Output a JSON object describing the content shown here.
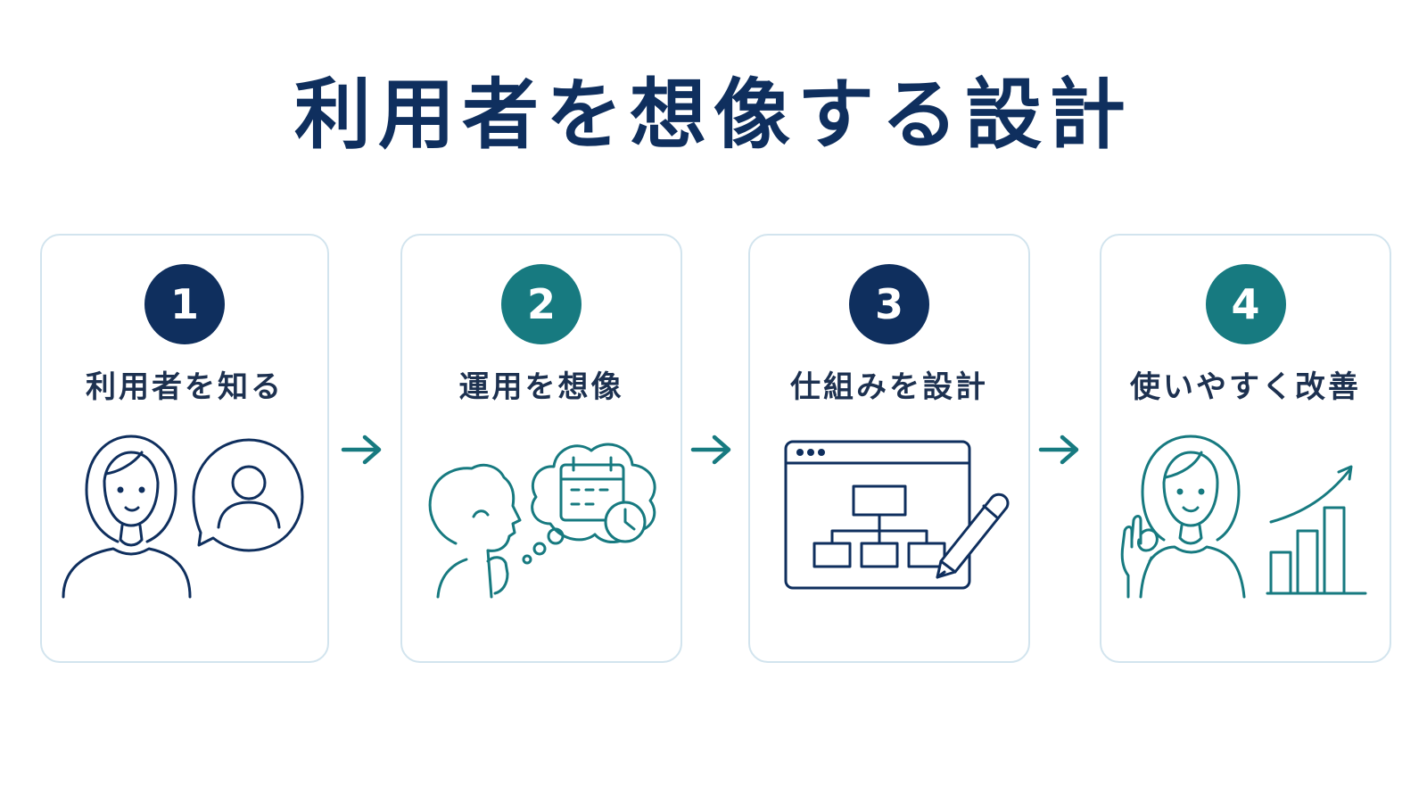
{
  "title": "利用者を想像する設計",
  "colors": {
    "navy": "#0f2f5e",
    "teal": "#177a80"
  },
  "steps": [
    {
      "number": "1",
      "label": "利用者を知る",
      "color": "#0f2f5e"
    },
    {
      "number": "2",
      "label": "運用を想像",
      "color": "#177a80"
    },
    {
      "number": "3",
      "label": "仕組みを設計",
      "color": "#0f2f5e"
    },
    {
      "number": "4",
      "label": "使いやすく改善",
      "color": "#177a80"
    }
  ]
}
